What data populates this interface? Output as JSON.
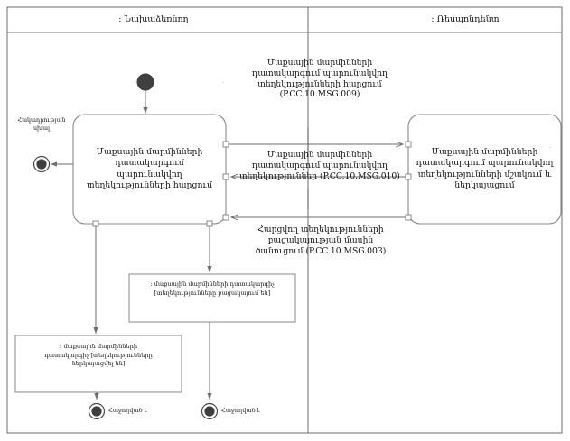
{
  "diagram": {
    "type": "uml-activity-diagram",
    "colors": {
      "frame_stroke": "#7a7a7a",
      "node_stroke": "#8a8a8a",
      "flow_stroke": "#6e6e6e",
      "fill": "#ffffff",
      "node_fill": "#3a3a3a",
      "text": "#111111"
    }
  },
  "swimlanes": [
    {
      "id": "initiator",
      "title": ": Նախաձեռնող"
    },
    {
      "id": "respondent",
      "title": ": Ռեսպոնդենտ"
    }
  ],
  "nodes": {
    "start": {
      "name": "initial-node",
      "label": ""
    },
    "action_request": {
      "label": "Մաքսային մարմինների\nդատակարգում\nպարունակվող\nտեղեկությունների հարցում"
    },
    "action_process": {
      "label": "Մաքսային մարմինների\nդատակարգում պարունակվող\nտեղեկությունների մշակում և\nներկայացում"
    },
    "error_end": {
      "note": "Հակադրության\nսխալ"
    },
    "object_absent": {
      "label": ": մաքսային մարմինների դատակարգիչ\n[տեղեկությունները բացակայում են]"
    },
    "object_presented": {
      "label": ": մաքսային մարմինների\nդատակարգիչ [տեղեկությունները\nներկայացվել են]"
    },
    "end_success_left": {
      "label": "Հաջողված է"
    },
    "end_success_right": {
      "label": "Հաջողված է"
    }
  },
  "messages": [
    {
      "id": "msg009",
      "text": "Մաքսային մարմինների\nդատակարգում պարունակվող\nտեղեկությունների հարցում\n(P.CC.10.MSG.009)",
      "code": "P.CC.10.MSG.009",
      "direction": "initiator-to-respondent"
    },
    {
      "id": "msg010",
      "text": "Մաքսային մարմինների\nդատակարգում պարունակվող\nտեղեկություններ (P.CC.10.MSG.010)",
      "code": "P.CC.10.MSG.010",
      "direction": "respondent-to-initiator"
    },
    {
      "id": "msg003",
      "text": "Հարցվող տեղեկությունների\nբացակայության մասին\nծանուցում (P.CC.10.MSG.003)",
      "code": "P.CC.10.MSG.003",
      "direction": "respondent-to-initiator"
    }
  ],
  "marks": {
    "top_pin": "·",
    "right_pin": "·"
  }
}
